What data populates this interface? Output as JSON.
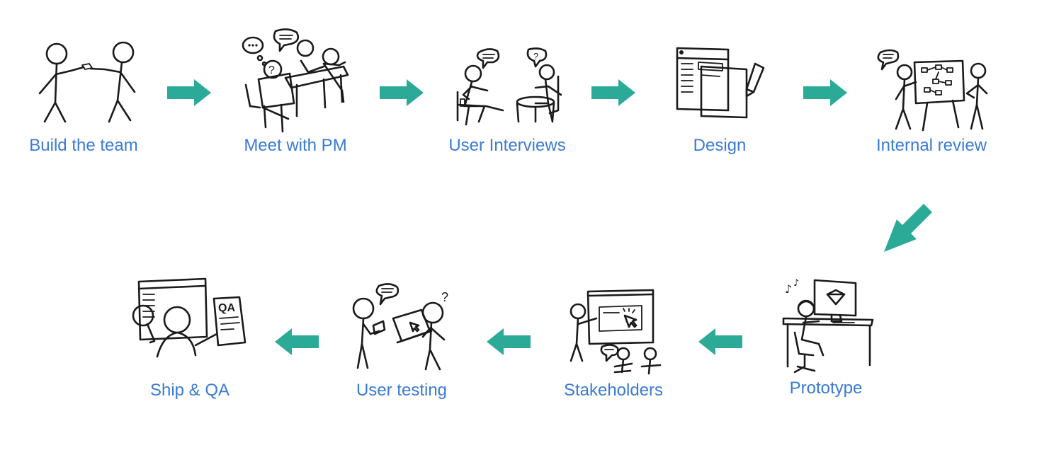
{
  "colors": {
    "label": "#3a7bd5",
    "arrow": "#2baa98",
    "ink": "#1a1a1a"
  },
  "steps": [
    {
      "label": "Build the team",
      "icon": "handshake-icon"
    },
    {
      "label": "Meet with PM",
      "icon": "meeting-icon"
    },
    {
      "label": "User Interviews",
      "icon": "interview-icon"
    },
    {
      "label": "Design",
      "icon": "design-icon"
    },
    {
      "label": "Internal review",
      "icon": "whiteboard-review-icon"
    },
    {
      "label": "Prototype",
      "icon": "prototype-desk-icon"
    },
    {
      "label": "Stakeholders",
      "icon": "presentation-icon"
    },
    {
      "label": "User testing",
      "icon": "user-testing-icon"
    },
    {
      "label": "Ship & QA",
      "icon": "ship-qa-icon"
    }
  ],
  "connections": [
    {
      "from": "Build the team",
      "to": "Meet with PM"
    },
    {
      "from": "Meet with PM",
      "to": "User Interviews"
    },
    {
      "from": "User Interviews",
      "to": "Design"
    },
    {
      "from": "Design",
      "to": "Internal review"
    },
    {
      "from": "Internal review",
      "to": "Prototype"
    },
    {
      "from": "Prototype",
      "to": "Stakeholders"
    },
    {
      "from": "Stakeholders",
      "to": "User testing"
    },
    {
      "from": "User testing",
      "to": "Ship & QA"
    }
  ]
}
